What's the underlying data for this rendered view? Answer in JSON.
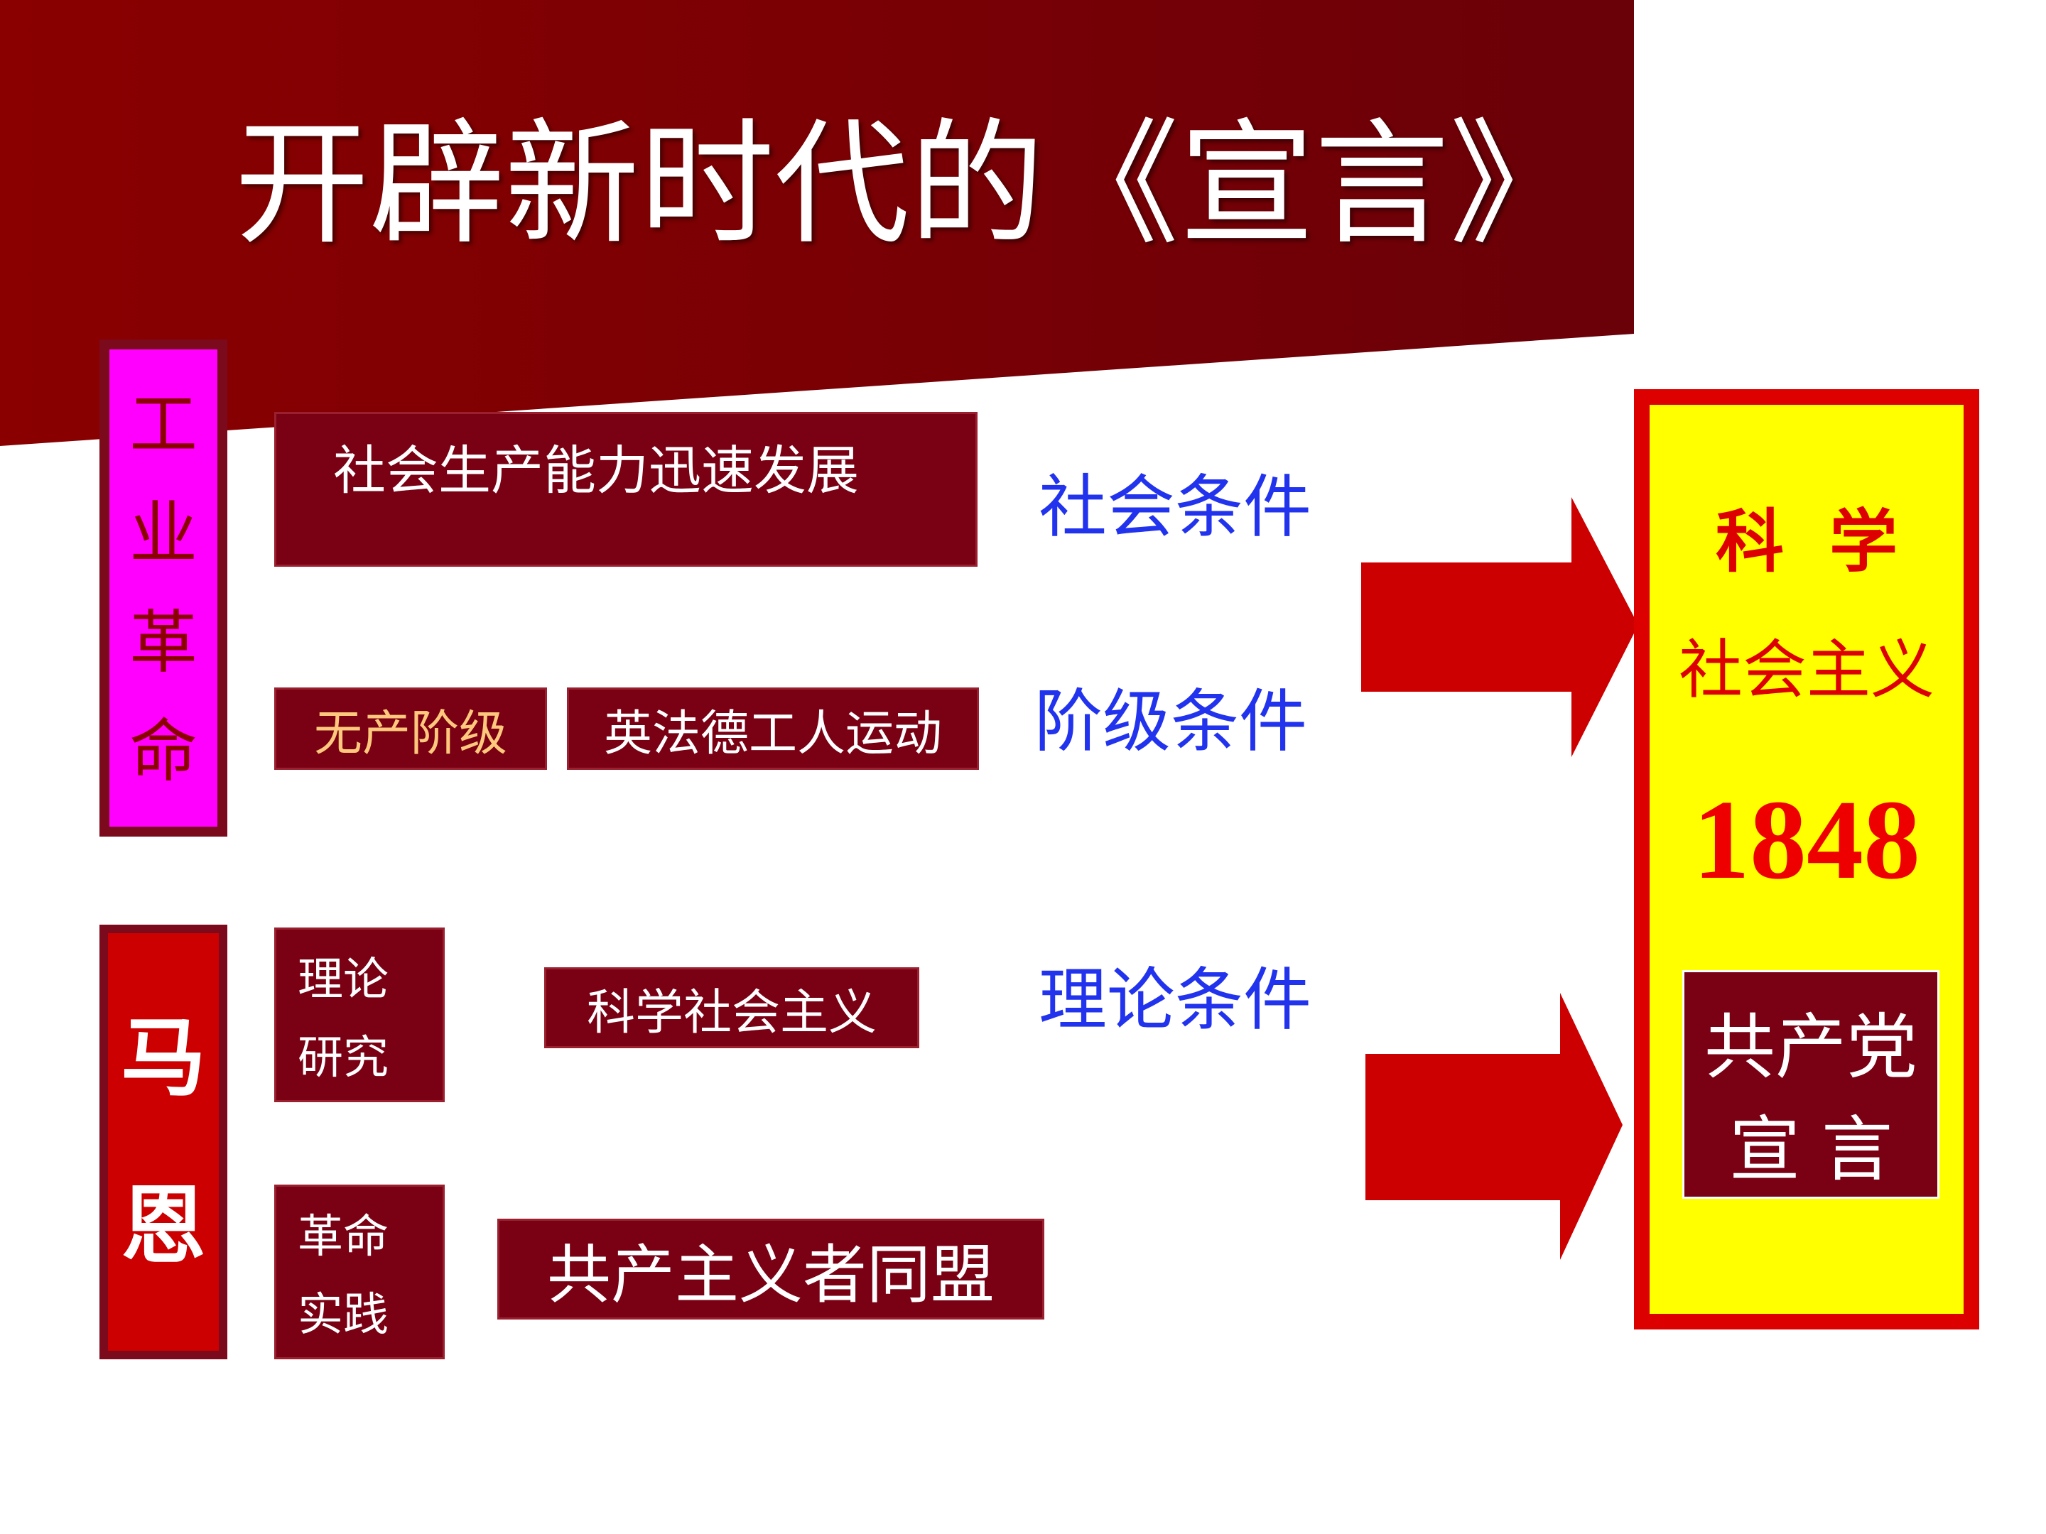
{
  "title": "开辟新时代的《宣言》",
  "left_labels": {
    "industrial_revolution": [
      "工",
      "业",
      "革",
      "命"
    ],
    "marx_engels": [
      "马",
      "恩"
    ]
  },
  "boxes": {
    "productivity": "社会生产能力迅速发展",
    "proletariat": "无产阶级",
    "workers_movement": "英法德工人运动",
    "theory_research": [
      "理论",
      "研究"
    ],
    "scientific_socialism": "科学社会主义",
    "revolutionary_practice": [
      "革命",
      "实践"
    ],
    "communist_league": "共产主义者同盟"
  },
  "conditions": {
    "social": "社会条件",
    "class": "阶级条件",
    "theory": "理论条件"
  },
  "result": {
    "line1": "科学",
    "line2": "社会主义",
    "year": "1848",
    "manifesto": [
      "共产党",
      "宣言"
    ]
  },
  "colors": {
    "banner_dark": "#7a0014",
    "arrow_red": "#cc0000",
    "condition_blue": "#2233ee",
    "result_yellow": "#ffff00",
    "magenta": "#ff00ff"
  }
}
